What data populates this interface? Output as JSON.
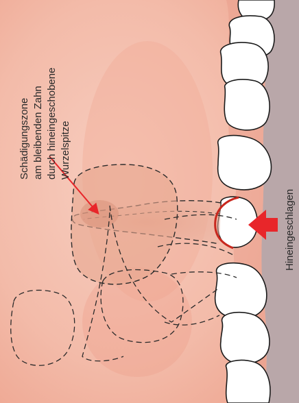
{
  "labels": {
    "damage_zone_lines": [
      "Schädigungszone",
      "am bleibenden Zahn",
      "durch hineingeschobene",
      "Wurzelspitze"
    ],
    "impact_label": "Hineingeschlagen"
  },
  "colors": {
    "gum": "#f3c2b3",
    "gum_shadow": "#e9a290",
    "lip": "#b8a6a8",
    "tooth": "#ffffff",
    "outline": "#1a1a1a",
    "arrow": "#e8262a",
    "damage_line": "#c8281e"
  }
}
